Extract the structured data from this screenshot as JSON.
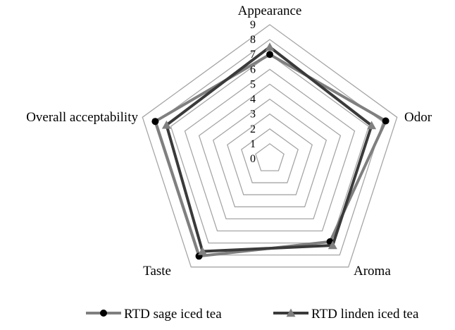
{
  "colors": {
    "grid": "#a6a6a6",
    "sage": "#7f7f7f",
    "linden": "#3a3a3a",
    "sage_marker": "#000000",
    "linden_marker": "#808080",
    "text": "#000000"
  },
  "chart_data": {
    "type": "radar",
    "categories": [
      "Appearance",
      "Odor",
      "Aroma",
      "Taste",
      "Overall acceptability"
    ],
    "rlim": [
      0,
      9
    ],
    "ticks": [
      "0",
      "1",
      "2",
      "3",
      "4",
      "5",
      "6",
      "7",
      "8",
      "9"
    ],
    "grid": true,
    "legend_position": "bottom",
    "series": [
      {
        "name": "RTD sage iced tea",
        "marker": "circle",
        "values": [
          7.0,
          8.2,
          6.9,
          8.1,
          8.1
        ]
      },
      {
        "name": "RTD linden iced tea",
        "marker": "triangle",
        "values": [
          7.5,
          7.2,
          7.2,
          7.7,
          7.3
        ]
      }
    ]
  }
}
